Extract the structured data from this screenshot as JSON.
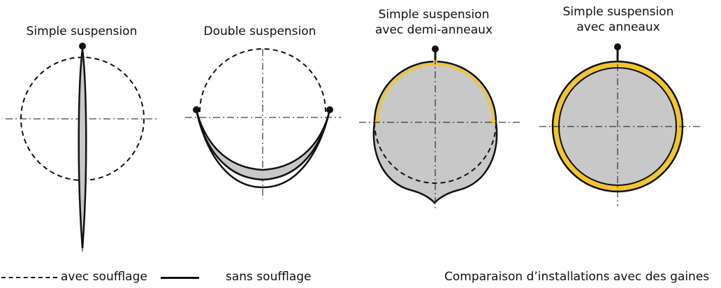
{
  "panels": [
    {
      "label": "Simple suspension"
    },
    {
      "label": "Double suspension"
    },
    {
      "label_line1": "Simple suspension",
      "label_line2": "avec demi-anneaux"
    },
    {
      "label_line1": "Simple suspension",
      "label_line2": "avec anneaux"
    }
  ],
  "legend": {
    "dashed": "avec soufflage",
    "solid": "sans soufflage"
  },
  "caption": "Comparaison d’installations avec des gaines",
  "colors": {
    "duct_fill": "#c8c8c8",
    "ring": "#f2c531",
    "stroke": "#111111"
  }
}
